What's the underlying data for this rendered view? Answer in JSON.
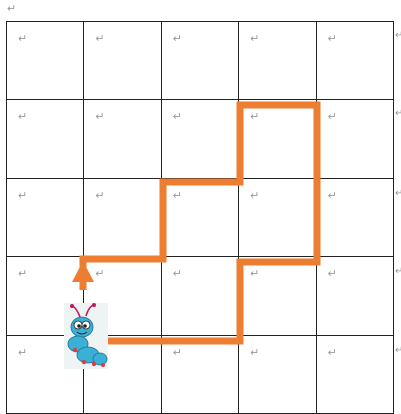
{
  "marks": {
    "paragraph_mark": "↵",
    "row_end_mark": "↵"
  },
  "grid": {
    "rows": 5,
    "cols": 5,
    "cells": [
      [
        "↵",
        "↵",
        "↵",
        "↵",
        "↵"
      ],
      [
        "↵",
        "↵",
        "↵",
        "↵",
        "↵"
      ],
      [
        "↵",
        "↵",
        "↵",
        "↵",
        "↵"
      ],
      [
        "↵",
        "↵",
        "↵",
        "↵",
        "↵"
      ],
      [
        "↵",
        "↵",
        "↵",
        "↵",
        "↵"
      ]
    ]
  },
  "path": {
    "color": "#ed7d31",
    "arrow_direction": "up"
  },
  "character": {
    "icon": "caterpillar-icon",
    "body_color": "#3ab0d6",
    "spot_color": "#e23b3b"
  }
}
